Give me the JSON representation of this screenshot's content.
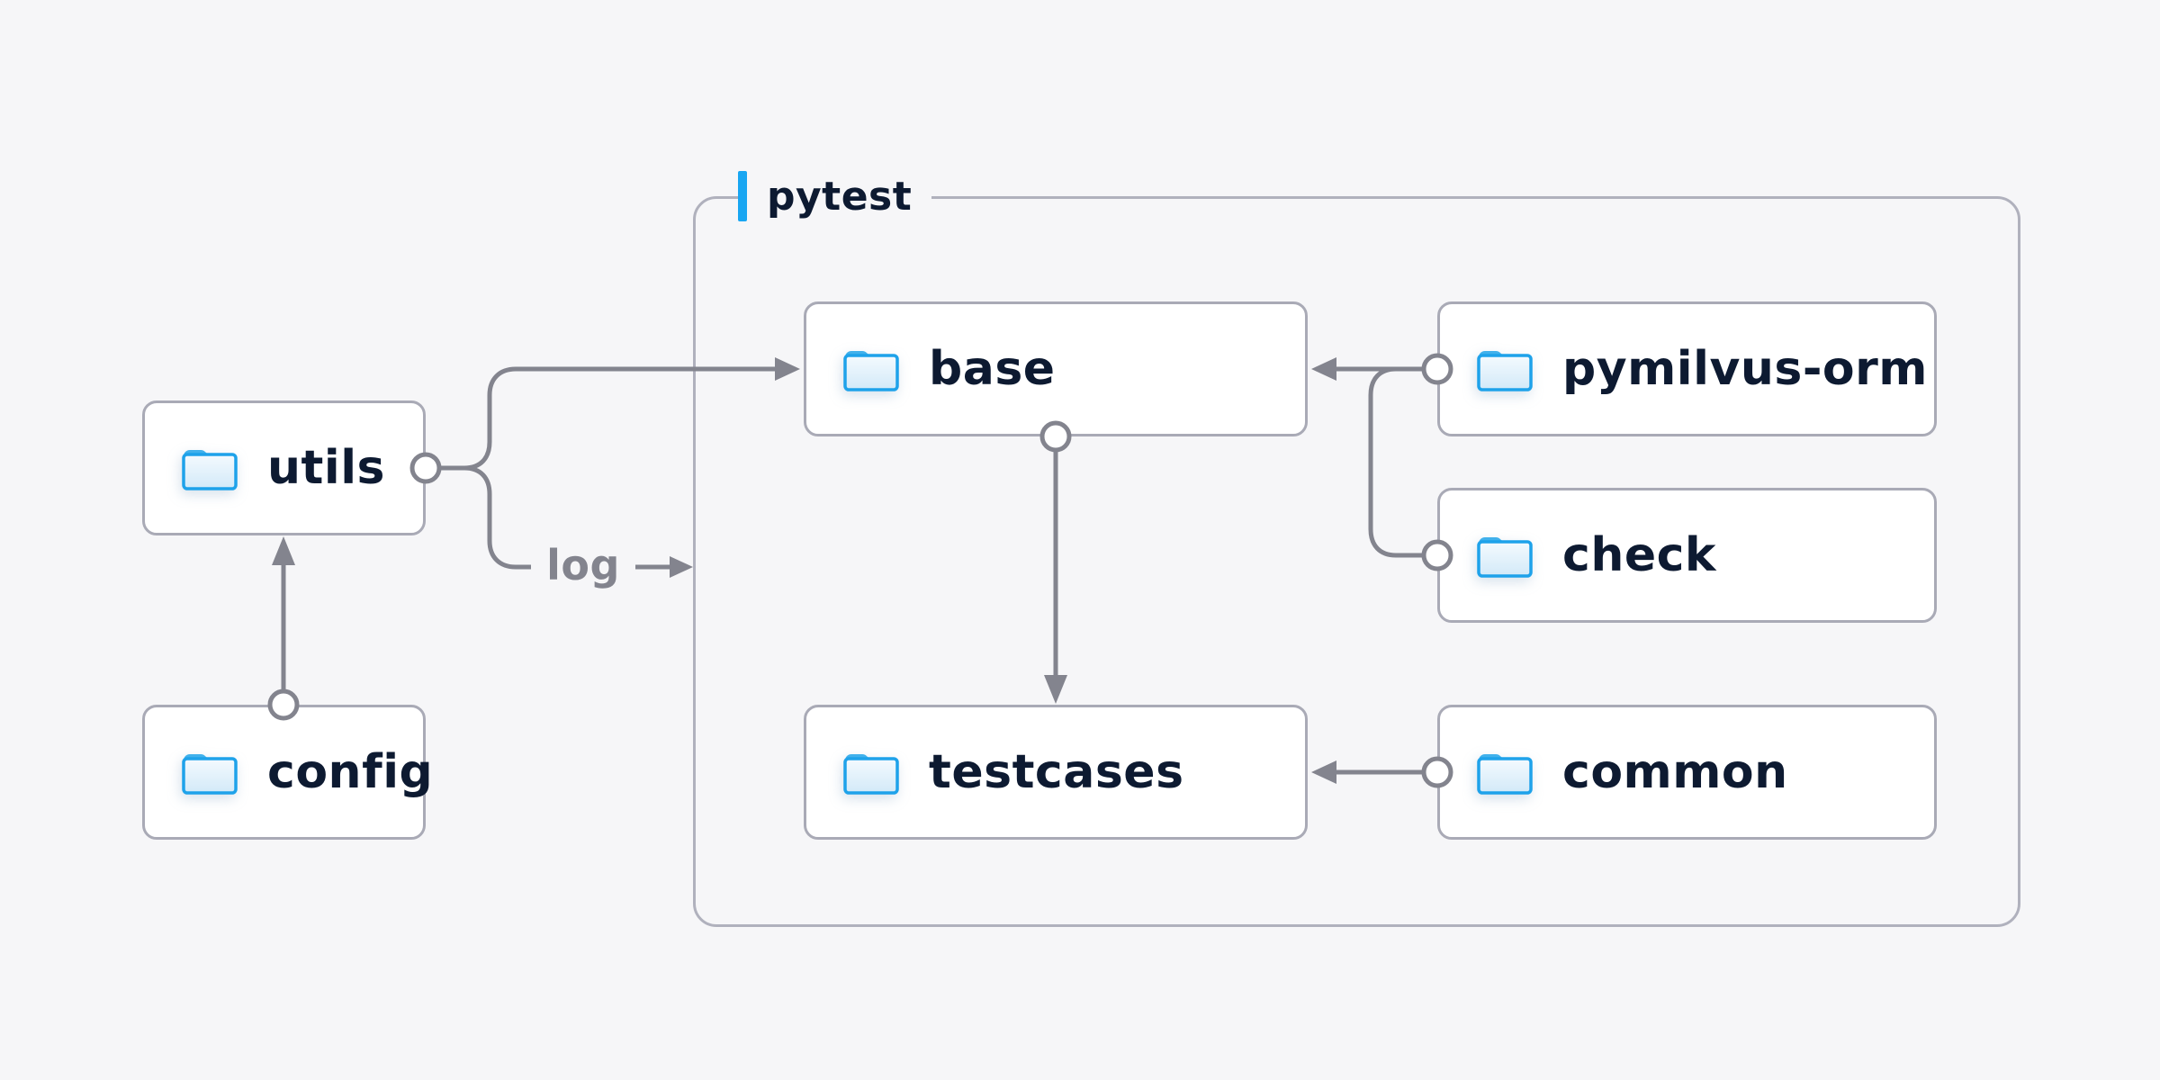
{
  "page": {
    "background": "#f6f6f8"
  },
  "diagram": {
    "container": {
      "label": "pytest",
      "accent_color": "#18a6f2",
      "border_color": "#b0b1bd"
    },
    "nodes": [
      {
        "id": "utils",
        "label": "utils",
        "icon": "folder-icon"
      },
      {
        "id": "config",
        "label": "config",
        "icon": "folder-icon"
      },
      {
        "id": "base",
        "label": "base",
        "icon": "folder-icon"
      },
      {
        "id": "pymilvus-orm",
        "label": "pymilvus-orm",
        "icon": "folder-icon"
      },
      {
        "id": "check",
        "label": "check",
        "icon": "folder-icon"
      },
      {
        "id": "testcases",
        "label": "testcases",
        "icon": "folder-icon"
      },
      {
        "id": "common",
        "label": "common",
        "icon": "folder-icon"
      }
    ],
    "edges": [
      {
        "from": "config",
        "to": "utils",
        "label": ""
      },
      {
        "from": "utils",
        "to": "base",
        "label": ""
      },
      {
        "from": "utils",
        "to": "pytest",
        "label": "log"
      },
      {
        "from": "base",
        "to": "testcases",
        "label": ""
      },
      {
        "from": "pymilvus-orm",
        "to": "base",
        "label": ""
      },
      {
        "from": "check",
        "to": "base",
        "label": ""
      },
      {
        "from": "common",
        "to": "testcases",
        "label": ""
      }
    ],
    "colors": {
      "line": "#83848e",
      "node_border": "#a9aab6",
      "node_background": "#ffffff",
      "text": "#0d1a31",
      "folder_blue": "#1ea2ea",
      "edge_label_gray": "#83848e"
    }
  }
}
